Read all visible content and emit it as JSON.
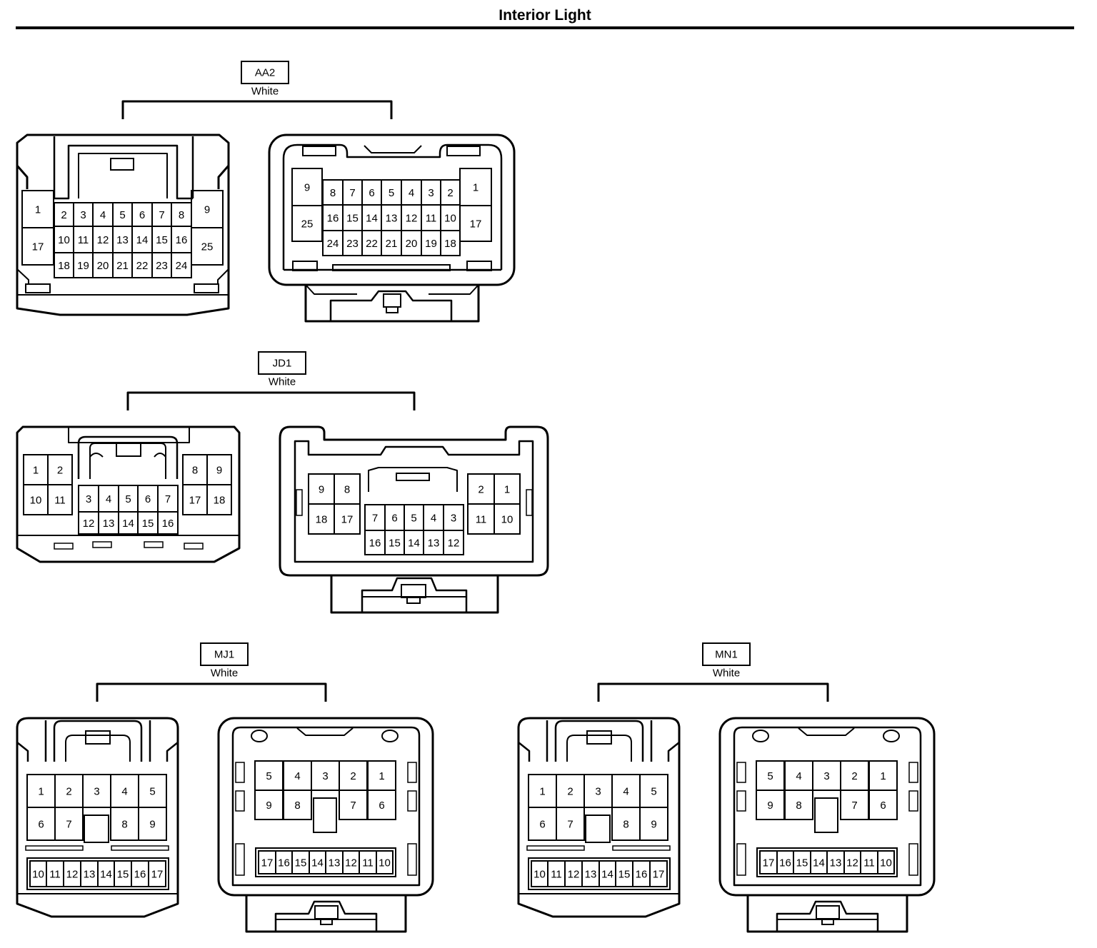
{
  "title": "Interior Light",
  "connectors": [
    {
      "code": "AA2",
      "color": "White",
      "male_pins": [
        "1",
        "2",
        "3",
        "4",
        "5",
        "6",
        "7",
        "8",
        "9",
        "17",
        "10",
        "11",
        "12",
        "13",
        "14",
        "15",
        "16",
        "25",
        "18",
        "19",
        "20",
        "21",
        "22",
        "23",
        "24"
      ],
      "female_pins": [
        "9",
        "8",
        "7",
        "6",
        "5",
        "4",
        "3",
        "2",
        "1",
        "25",
        "16",
        "15",
        "14",
        "13",
        "12",
        "11",
        "10",
        "17",
        "24",
        "23",
        "22",
        "21",
        "20",
        "19",
        "18"
      ]
    },
    {
      "code": "JD1",
      "color": "White",
      "male_pins": [
        "1",
        "2",
        "10",
        "11",
        "8",
        "9",
        "17",
        "18",
        "3",
        "4",
        "5",
        "6",
        "7",
        "12",
        "13",
        "14",
        "15",
        "16"
      ],
      "female_pins": [
        "9",
        "8",
        "18",
        "17",
        "2",
        "1",
        "11",
        "10",
        "7",
        "6",
        "5",
        "4",
        "3",
        "16",
        "15",
        "14",
        "13",
        "12"
      ]
    },
    {
      "code": "MJ1",
      "color": "White",
      "male_pins": [
        "1",
        "2",
        "3",
        "4",
        "5",
        "6",
        "7",
        "8",
        "9",
        "10",
        "11",
        "12",
        "13",
        "14",
        "15",
        "16",
        "17"
      ],
      "female_pins": [
        "5",
        "4",
        "3",
        "2",
        "1",
        "9",
        "8",
        "7",
        "6",
        "17",
        "16",
        "15",
        "14",
        "13",
        "12",
        "11",
        "10"
      ]
    },
    {
      "code": "MN1",
      "color": "White",
      "male_pins": [
        "1",
        "2",
        "3",
        "4",
        "5",
        "6",
        "7",
        "8",
        "9",
        "10",
        "11",
        "12",
        "13",
        "14",
        "15",
        "16",
        "17"
      ],
      "female_pins": [
        "5",
        "4",
        "3",
        "2",
        "1",
        "9",
        "8",
        "7",
        "6",
        "17",
        "16",
        "15",
        "14",
        "13",
        "12",
        "11",
        "10"
      ]
    }
  ]
}
